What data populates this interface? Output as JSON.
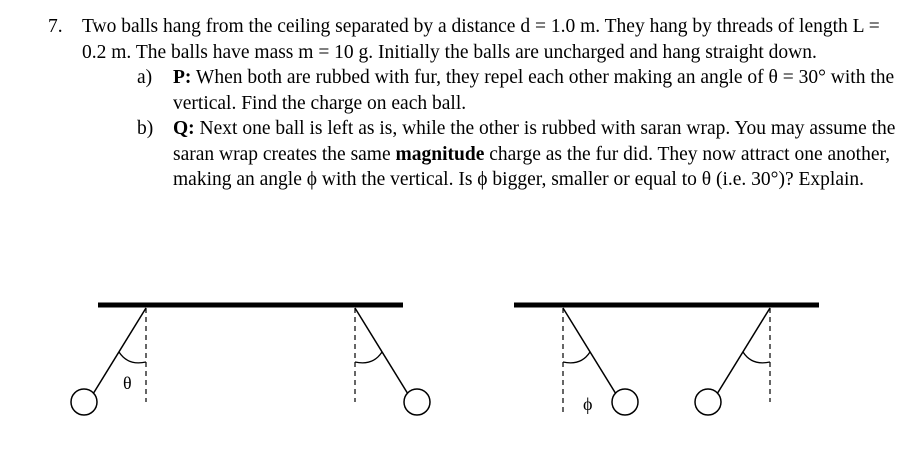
{
  "problem": {
    "number": "7.",
    "text": "Two balls hang from the ceiling separated by a distance d = 1.0 m.  They hang by threads of length L = 0.2 m.  The balls have mass m = 10 g.  Initially the balls are uncharged and hang straight down.",
    "parts": [
      {
        "label": "a)",
        "tag": "P:",
        "text_before": " When both are rubbed with fur, they repel each other making an angle of θ = 30° with the vertical.  Find the charge on each ball.",
        "emphasis": "",
        "text_after": ""
      },
      {
        "label": "b)",
        "tag": "Q:",
        "text_before": " Next one ball is left as is, while the other is rubbed with saran wrap. You may assume the saran wrap creates the same ",
        "emphasis": "magnitude",
        "text_after": " charge as the fur did.  They now attract one another, making an angle ϕ with the vertical.  Is ϕ bigger, smaller or equal to θ (i.e. 30°)? Explain."
      }
    ]
  },
  "figure": {
    "left_label": "θ",
    "right_label": "ϕ"
  }
}
